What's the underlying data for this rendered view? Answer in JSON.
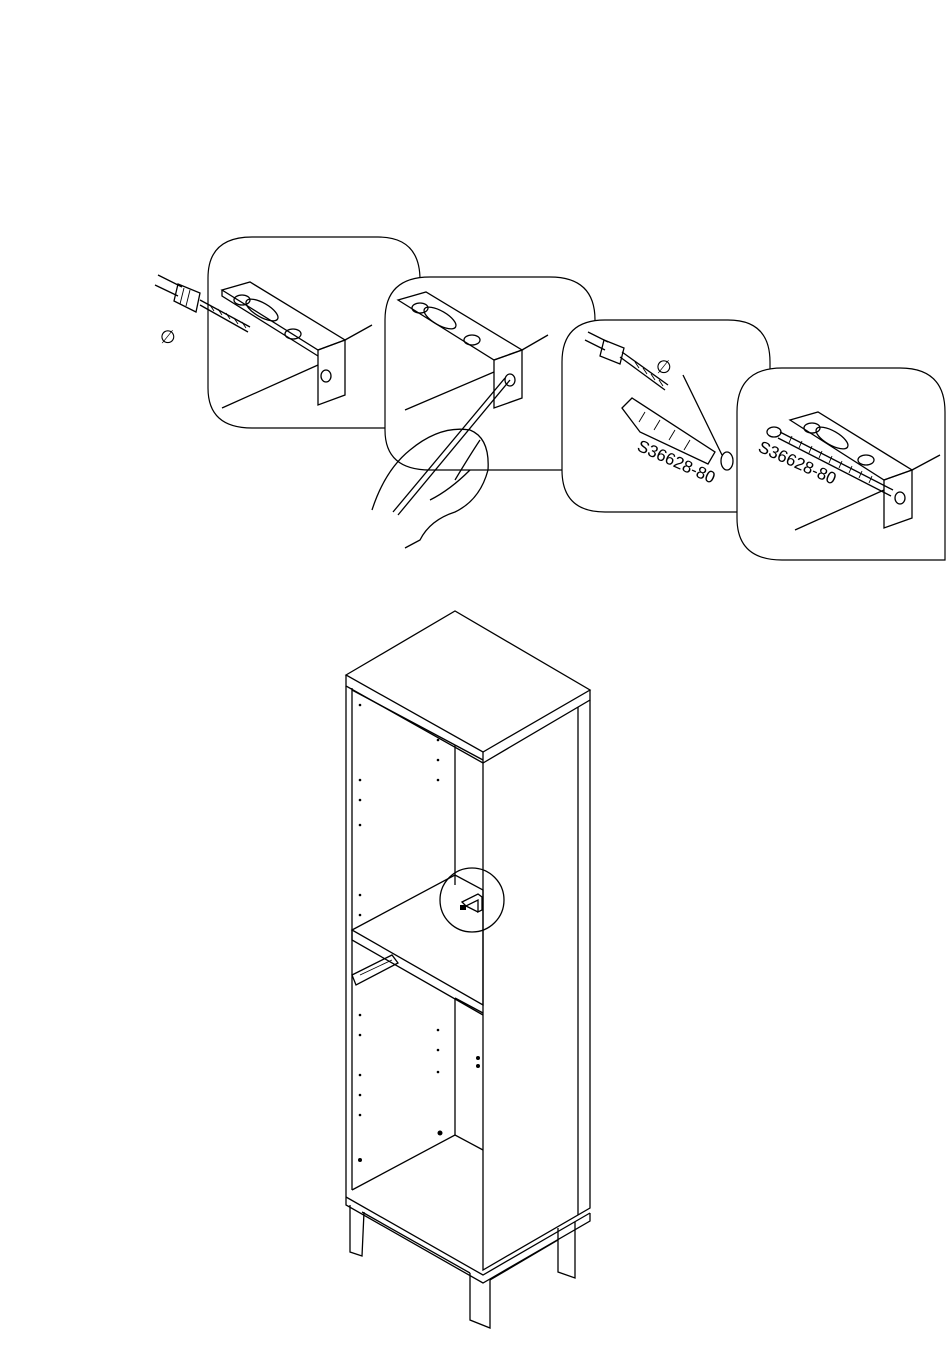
{
  "diagram": {
    "steps": [
      {
        "id": "drill",
        "symbol": "∅"
      },
      {
        "id": "mark"
      },
      {
        "id": "plug",
        "symbol": "∅",
        "part_code": "S36628-80"
      },
      {
        "id": "screw",
        "part_code": "S36628-80"
      }
    ],
    "callout": {
      "id": "bracket-detail"
    }
  }
}
